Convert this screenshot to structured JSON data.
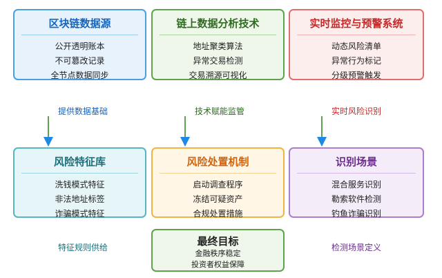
{
  "top_row": [
    {
      "title": "区块链数据源",
      "items": [
        "公开透明账本",
        "不可篡改记录",
        "全节点数据同步"
      ]
    },
    {
      "title": "链上数据分析技术",
      "items": [
        "地址聚类算法",
        "异常交易检测",
        "交易溯源可视化"
      ]
    },
    {
      "title": "实时监控与预警系统",
      "items": [
        "动态风险清单",
        "异常行为标记",
        "分级预警触发"
      ]
    }
  ],
  "connectors": [
    "提供数据基础",
    "技术赋能监管",
    "实时风险识别"
  ],
  "middle_row": [
    {
      "title": "风险特征库",
      "items": [
        "洗钱模式特征",
        "非法地址标签",
        "诈骗模式特征"
      ]
    },
    {
      "title": "风险处置机制",
      "items": [
        "启动调查程序",
        "冻结可疑资产",
        "合规处置措施"
      ]
    },
    {
      "title": "识别场景",
      "items": [
        "混合服务识别",
        "勒索软件检测",
        "钓鱼诈骗识别"
      ]
    }
  ],
  "bottom_labels": [
    "特征规则供给",
    "检测场景定义"
  ],
  "goal": {
    "title": "最终目标",
    "items": [
      "金融秩序稳定",
      "投资者权益保障"
    ]
  },
  "colors": {
    "blue": "#4a9fe0",
    "green": "#5ea14e",
    "red": "#e26d6d",
    "cyan": "#55b6c2",
    "orange": "#f1b443",
    "purple": "#ad7dcb"
  }
}
